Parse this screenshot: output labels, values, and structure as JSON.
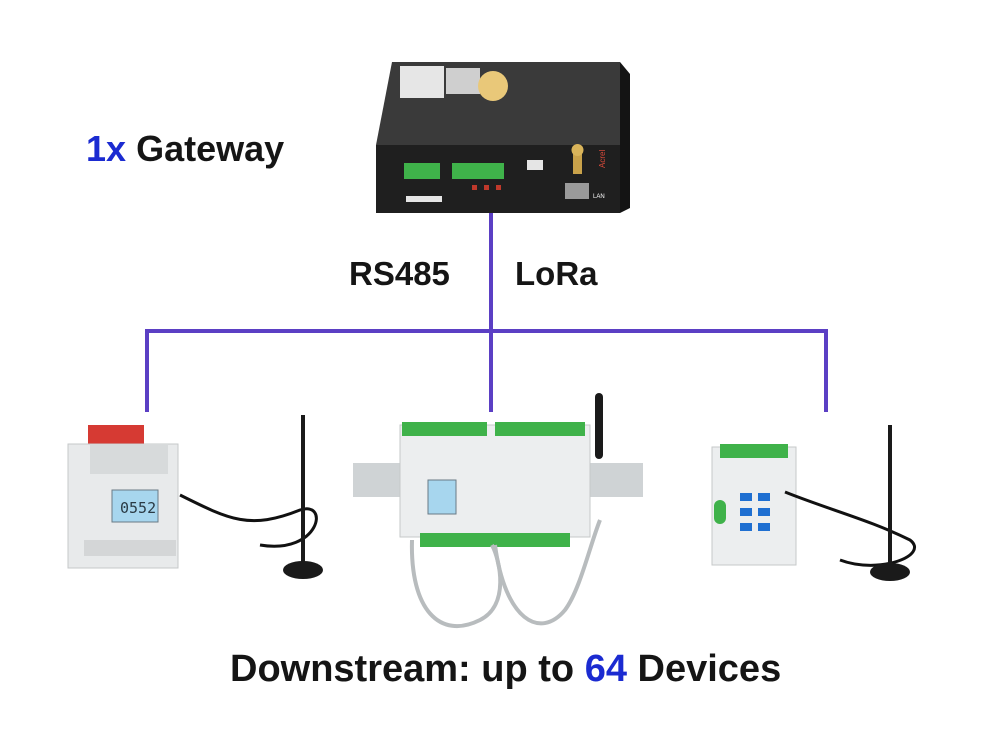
{
  "gateway_label": {
    "count": "1x",
    "text": "Gateway"
  },
  "links": {
    "rs485": "RS485",
    "lora": "LoRa"
  },
  "downstream_label": {
    "prefix": "Downstream: up to",
    "count": "64",
    "suffix": "Devices"
  },
  "device_texts": {
    "brand": "Acrel",
    "meter_display": "0552",
    "gateway_port_tag": "LAN"
  },
  "colors": {
    "bus_line": "#5b3fc4",
    "accent_text": "#1b2bd1",
    "gateway_body": "#2c2c2c",
    "terminal_green": "#3fb24a",
    "terminal_red": "#d83a3a",
    "meter_body": "#e7e9ea",
    "lcd": "#a7d6ee"
  },
  "icons": [
    "antenna-icon",
    "ethernet-port-icon",
    "sd-slot-icon",
    "terminal-block-icon"
  ]
}
